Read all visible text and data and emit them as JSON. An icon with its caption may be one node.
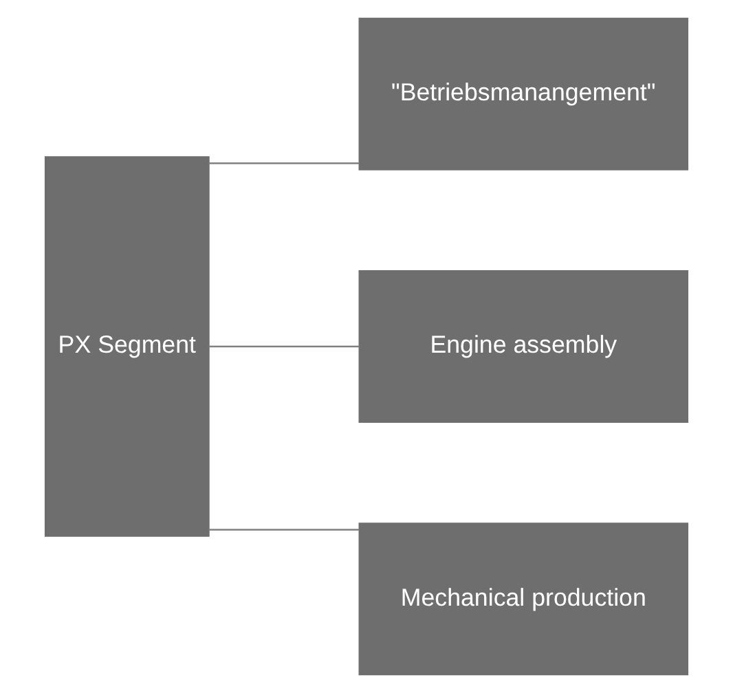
{
  "diagram": {
    "nodes": [
      {
        "text": [
          "PX Segment"
        ]
      },
      {
        "text": [
          "\"Betriebsmanangement\""
        ]
      },
      {
        "text": [
          "Engine assembly"
        ]
      },
      {
        "text": [
          "Mechanical production"
        ]
      }
    ],
    "edges": [
      {
        "from": 0,
        "to": 1,
        "arrow": "none"
      },
      {
        "from": 0,
        "to": 2,
        "arrow": "none"
      },
      {
        "from": 0,
        "to": 3,
        "arrow": "none"
      }
    ]
  }
}
